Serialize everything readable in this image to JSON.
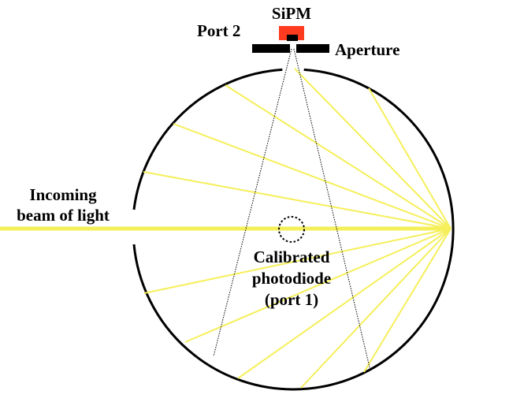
{
  "labels": {
    "sipm": "SiPM",
    "port2": "Port 2",
    "aperture": "Aperture",
    "incoming_line1": "Incoming",
    "incoming_line2": "beam of light",
    "photodiode_line1": "Calibrated",
    "photodiode_line2": "photodiode",
    "photodiode_line3": "(port 1)"
  },
  "colors": {
    "ray": "#f5ef5a",
    "sipm": "#ff3b1f",
    "outline": "#000000"
  }
}
